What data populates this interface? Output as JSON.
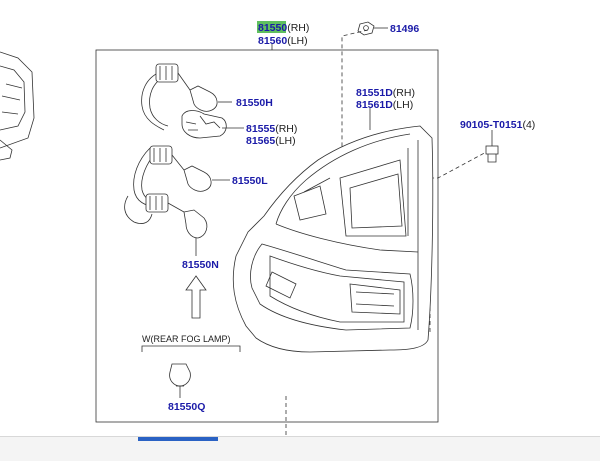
{
  "diagram": {
    "assembly": {
      "part_rh": "81550",
      "sfx_rh": "(RH)",
      "part_lh": "81560",
      "sfx_lh": "(LH)",
      "highlight_color": "#5fbf5f"
    },
    "labels": {
      "nut": "81496",
      "bulb_upper": "81550H",
      "socket_rh": "81555",
      "socket_rh_sfx": "(RH)",
      "socket_lh": "81565",
      "socket_lh_sfx": "(LH)",
      "bulb_middle": "81550L",
      "bulb_lower": "81550N",
      "lens_rh": "81551D",
      "lens_rh_sfx": "(RH)",
      "lens_lh": "81561D",
      "lens_lh_sfx": "(LH)",
      "screw": "90105-T0151",
      "screw_qty": "(4)",
      "fog_note": "W(REAR FOG LAMP)",
      "fog_bulb": "81550Q"
    },
    "colors": {
      "part_number": "#1a1aa8",
      "line": "#333333"
    }
  }
}
